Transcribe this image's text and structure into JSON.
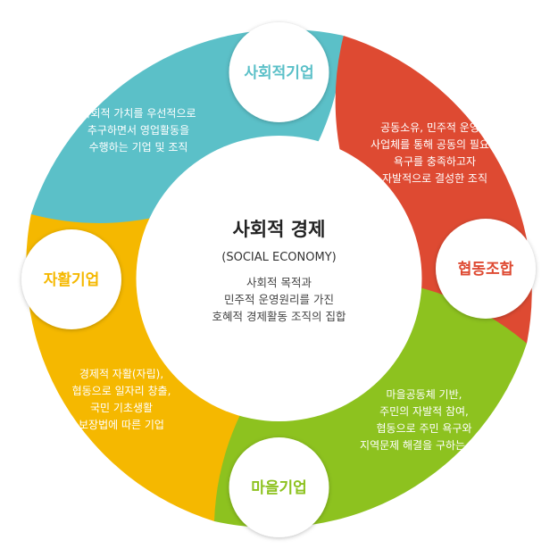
{
  "center": {
    "title": "사회적 경제",
    "subtitle": "(SOCIAL ECONOMY)",
    "desc": [
      "사회적 목적과",
      "민주적 운영원리를 가진",
      "호혜적 경제활동 조직의 집합"
    ]
  },
  "segments": [
    {
      "name": "사회적기업",
      "color": "#5bc0c8",
      "desc": [
        "사회적 가치를 우선적으로",
        "추구하면서 영업활동을",
        "수행하는 기업 및 조직"
      ]
    },
    {
      "name": "협동조합",
      "color": "#de4a32",
      "desc": [
        "공동소유, 민주적 운영의",
        "사업체를 통해 공동의 필요와",
        "욕구를 충족하고자",
        "자발적으로 결성한 조직"
      ]
    },
    {
      "name": "마을기업",
      "color": "#8dc21f",
      "desc": [
        "마을공동체 기반,",
        "주민의 자발적 참여,",
        "협동으로 주민 욕구와",
        "지역문제 해결을 구하는 기업"
      ]
    },
    {
      "name": "자활기업",
      "color": "#f5b800",
      "desc": [
        "경제적 자활(자립),",
        "협동으로 일자리 창출,",
        "국민 기초생활",
        "보장법에 따른 기업"
      ]
    }
  ]
}
